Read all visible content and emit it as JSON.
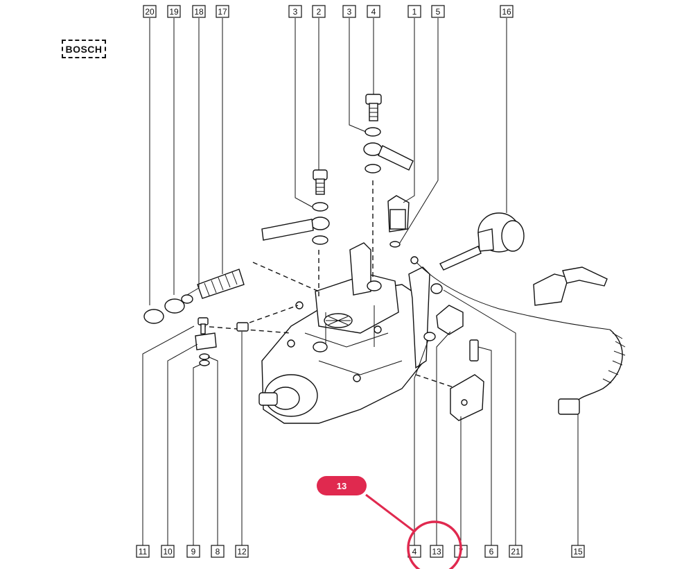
{
  "brand_logo": "BOSCH",
  "highlight": {
    "label": "13",
    "color": "#e0294f"
  },
  "callouts_top": [
    "20",
    "19",
    "18",
    "17",
    "3",
    "2",
    "3",
    "4",
    "1",
    "5",
    "16"
  ],
  "callouts_bottom": [
    "11",
    "10",
    "9",
    "8",
    "12",
    "4",
    "13",
    "7",
    "6",
    "21",
    "15"
  ]
}
